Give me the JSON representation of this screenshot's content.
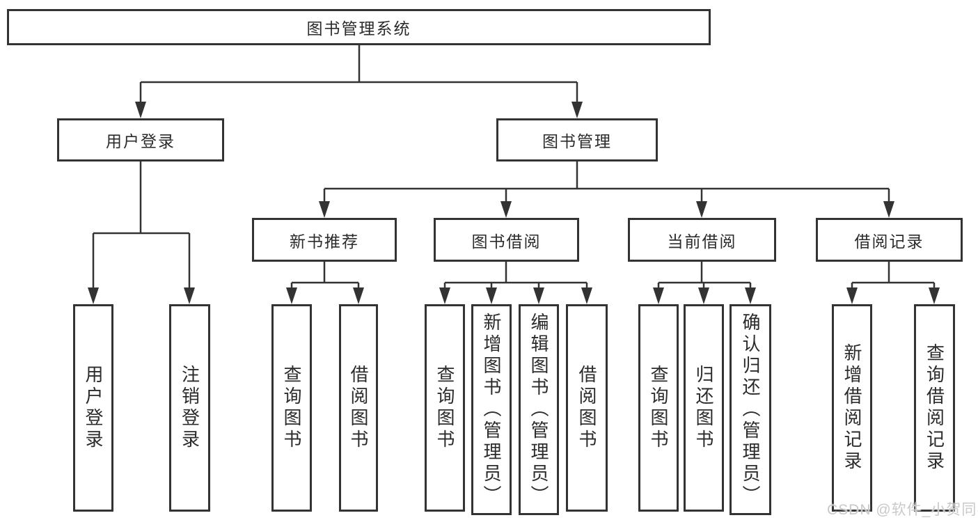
{
  "colors": {
    "line": "#333333",
    "box_border": "#333333",
    "text": "#2b2b2b",
    "watermark": "#c9c9c9",
    "background": "#ffffff"
  },
  "watermark": {
    "text": "CSDN @软件_小贺同学"
  },
  "tree": {
    "root": {
      "label": "图书管理系统"
    },
    "branches": [
      {
        "label": "用户登录",
        "children": [
          {
            "label": "用户登录"
          },
          {
            "label": "注销登录"
          }
        ]
      },
      {
        "label": "图书管理",
        "children": [
          {
            "label": "新书推荐",
            "children": [
              {
                "label": "查询图书"
              },
              {
                "label": "借阅图书"
              }
            ]
          },
          {
            "label": "图书借阅",
            "children": [
              {
                "label": "查询图书"
              },
              {
                "label": "新增图书（管理员）"
              },
              {
                "label": "编辑图书（管理员）"
              },
              {
                "label": "借阅图书"
              }
            ]
          },
          {
            "label": "当前借阅",
            "children": [
              {
                "label": "查询图书"
              },
              {
                "label": "归还图书"
              },
              {
                "label": "确认归还（管理员）"
              }
            ]
          },
          {
            "label": "借阅记录",
            "children": [
              {
                "label": "新增借阅记录"
              },
              {
                "label": "查询借阅记录"
              }
            ]
          }
        ]
      }
    ]
  }
}
